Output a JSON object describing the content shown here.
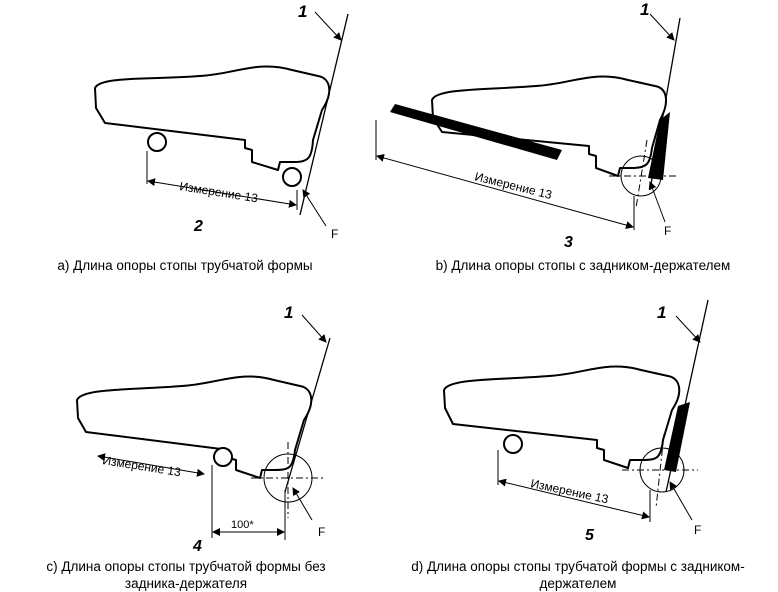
{
  "panels": {
    "a": {
      "caption": "a) Длина опоры стопы трубчатой формы",
      "wall_label": "1",
      "number_label": "2",
      "measurement_label": "Измерение 13",
      "force_label": "F"
    },
    "b": {
      "caption": "b) Длина опоры стопы с задником-держателем",
      "wall_label": "1",
      "number_label": "3",
      "measurement_label": "Измерение 13",
      "force_label": "F"
    },
    "c": {
      "caption_line1": "с) Длина опоры стопы трубчатой формы без",
      "caption_line2": "задника-держателя",
      "wall_label": "1",
      "number_label": "4",
      "measurement_label": "Измерение 13",
      "offset_label": "100*",
      "force_label": "F"
    },
    "d": {
      "caption_line1": "d) Длина опоры стопы трубчатой формы с задником-",
      "caption_line2": "держателем",
      "wall_label": "1",
      "number_label": "5",
      "measurement_label": "Измерение 13",
      "force_label": "F"
    }
  },
  "colors": {
    "ink": "#000000",
    "background": "#ffffff"
  }
}
